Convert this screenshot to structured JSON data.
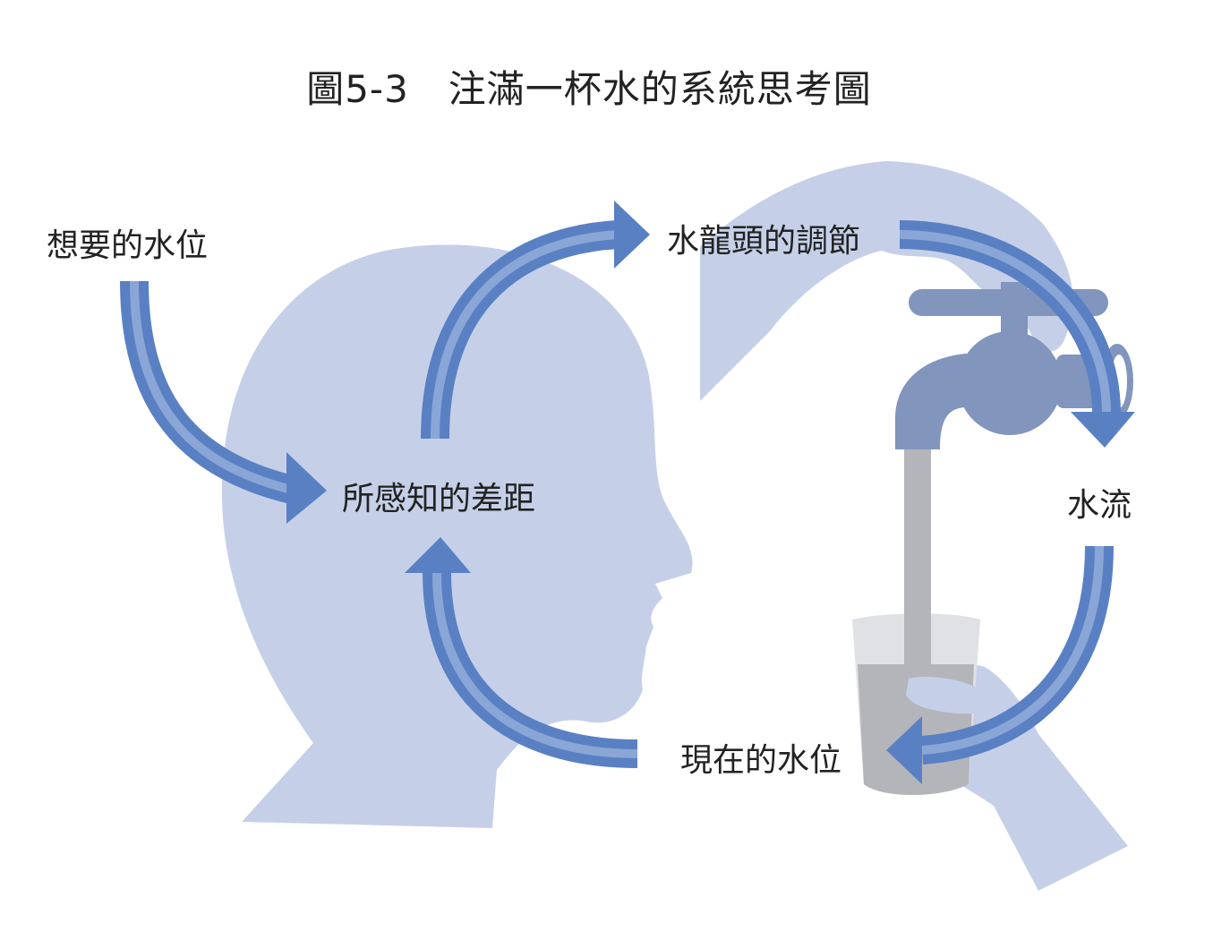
{
  "figure": {
    "fig_id": "圖5-3",
    "title": "注滿一杯水的系統思考圖"
  },
  "nodes": {
    "desired_level": "想要的水位",
    "perceived_gap": "所感知的差距",
    "faucet_adjustment": "水龍頭的調節",
    "water_flow": "水流",
    "current_level": "現在的水位"
  },
  "edges": [
    {
      "from": "想要的水位",
      "to": "所感知的差距"
    },
    {
      "from": "所感知的差距",
      "to": "水龍頭的調節"
    },
    {
      "from": "水龍頭的調節",
      "to": "水流"
    },
    {
      "from": "水流",
      "to": "現在的水位"
    },
    {
      "from": "現在的水位",
      "to": "所感知的差距"
    }
  ],
  "colors": {
    "silhouette": "#c5d0e8",
    "faucet": "#8195bd",
    "arrow": "#5a80c4",
    "arrow_light": "#e6edf8",
    "water": "#b3b5ba",
    "glass": "#e0e1e4"
  }
}
